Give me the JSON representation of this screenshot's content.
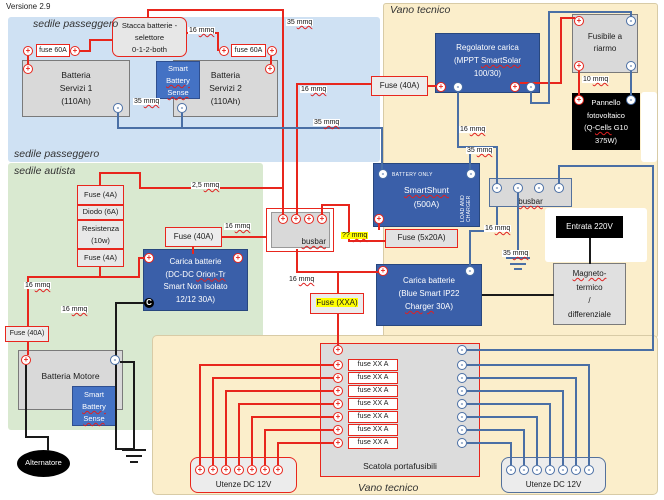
{
  "version": "Versione 2.9",
  "symbols": {
    "plus": "+",
    "minus": "-",
    "c": "C"
  },
  "regions": {
    "passenger_top": "sedile passeggero",
    "passenger_bottom": "sedile passeggero",
    "driver": "sedile autista",
    "tech_top": "Vano tecnico",
    "tech_bottom": "Vano tecnico"
  },
  "selector": {
    "l1": "Stacca batterie -",
    "l2": "selettore",
    "l3": "0-1-2-both"
  },
  "fuse_60a_left": "fuse 60A",
  "fuse_60a_right": "fuse 60A",
  "battery1": {
    "l1": "Batteria",
    "l2": "Servizi 1",
    "l3": "(110Ah)"
  },
  "battery2": {
    "l1": "Batteria",
    "l2": "Servizi 2",
    "l3": "(110Ah)"
  },
  "sbs": {
    "l1": "Smart",
    "l2": "Battery",
    "l3": "Sense"
  },
  "mppt": {
    "l1": "Regolatore carica",
    "l2a": "(MPPT ",
    "l2b": "SmartSolar",
    "l3": "100/30)"
  },
  "fuse_40a_mppt": "Fuse (40A)",
  "breaker": {
    "l1": "Fusibile a",
    "l2": "riarmo"
  },
  "panel": {
    "l1": "Pannello",
    "l2": "fotovoltaico",
    "l3a": "(Q-",
    "l3b": "Cells",
    "l3c": " G10",
    "l4": "375W)"
  },
  "shunt": {
    "tag": "BATTERY ONLY",
    "name": "SmartShunt",
    "rating": "(500A)",
    "side1": "LOAD AND",
    "side2": "CHARGER"
  },
  "fuse_5x20": "Fuse (5x20A)",
  "busbar_pos": "busbar",
  "busbar_neg": "busbar",
  "ip22": {
    "l1": "Carica batterie",
    "l2": "(Blue Smart IP22",
    "l3a": "Charger",
    "l3b": " 30A)"
  },
  "mains": {
    "label": "Entrata 220V"
  },
  "breaker220": {
    "l1": "Magneto-",
    "l2": "termico",
    "l3": "/",
    "l4": "differenziale"
  },
  "dstack": {
    "f1": "Fuse (4A)",
    "d": "Diodo (6A)",
    "r1": "Resistenza",
    "r2": "(10w)",
    "f2": "Fuse (4A)"
  },
  "fuse_40a_orion": "Fuse (40A)",
  "orion": {
    "l1": "Carica batterie",
    "l2a": "(DC-DC ",
    "l2b": "Orion-Tr",
    "l3": "Smart Non Isolato",
    "l4": "12/12 30A)"
  },
  "fuse_40a_motor": "Fuse (40A)",
  "motor_battery": "Batteria Motore",
  "alternator": "Alternatore",
  "fuse_xxa": "Fuse (XXA)",
  "fusebox": {
    "label": "Scatola portafusibili",
    "fuses": [
      "fuse XX A",
      "fuse XX A",
      "fuse XX A",
      "fuse XX A",
      "fuse XX A",
      "fuse XX A",
      "fuse XX A"
    ]
  },
  "loads_left": "Utenze DC 12V",
  "loads_right": "Utenze DC 12V",
  "wire_labels": {
    "w1": {
      "v": "16 ",
      "u": "mmq"
    },
    "w2": {
      "v": "35 ",
      "u": "mmq"
    },
    "w3": {
      "v": "35 ",
      "u": "mmq"
    },
    "w4": {
      "v": "35 ",
      "u": "mmq"
    },
    "w5": {
      "v": "16 ",
      "u": "mmq"
    },
    "w6": {
      "v": "2,5 ",
      "u": "mmq"
    },
    "w7": {
      "v": "16 ",
      "u": "mmq"
    },
    "w8": {
      "v": "16 ",
      "u": "mmq"
    },
    "w9": {
      "v": "16 ",
      "u": "mmq"
    },
    "w10": {
      "v": "16 ",
      "u": "mmq"
    },
    "w11": {
      "v": "10 ",
      "u": "mmq"
    },
    "w12": {
      "v": "16 ",
      "u": "mmq"
    },
    "w13": {
      "v": "35 ",
      "u": "mmq"
    },
    "w14": {
      "v": "35 ",
      "u": "mmq"
    },
    "w15": {
      "v": "16 ",
      "u": "mmq"
    },
    "q": {
      "v": "?? ",
      "u": "mmq"
    }
  },
  "colors": {
    "wire_red": "#e8261d",
    "wire_blue": "#4a6fa5",
    "victron_blue": "#3a5fa9",
    "region_blue": "#cfe1f3",
    "region_green": "#d9e9d0",
    "region_beige": "#fbeecb",
    "highlight_yellow": "#ffff00"
  }
}
